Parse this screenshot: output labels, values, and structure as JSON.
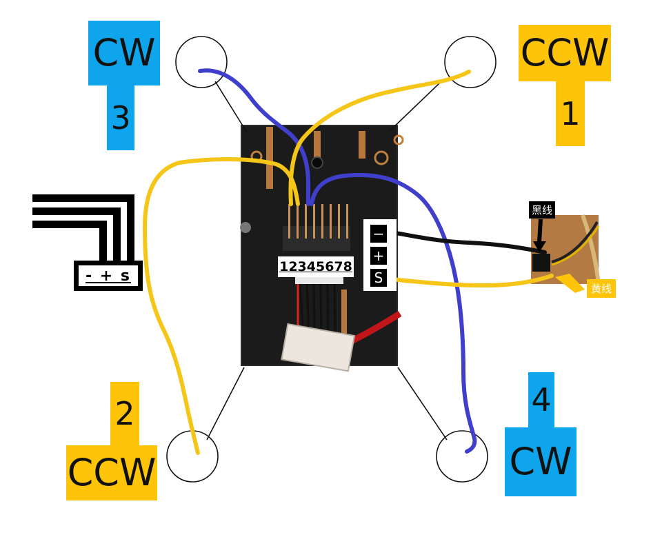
{
  "motors": [
    {
      "id": "motor-3",
      "dir": "CW",
      "num": "3"
    },
    {
      "id": "motor-1",
      "dir": "CCW",
      "num": "1"
    },
    {
      "id": "motor-2",
      "dir": "CCW",
      "num": "2"
    },
    {
      "id": "motor-4",
      "dir": "CW",
      "num": "4"
    }
  ],
  "signal_legend": "- + s",
  "pin_numbers": "12345678",
  "connector": {
    "neg": "−",
    "pos": "+",
    "sig": "S"
  },
  "tags": {
    "black_wire": "黑线",
    "yellow_wire": "黄线"
  },
  "colors": {
    "cw": "#0ea5ec",
    "ccw": "#fec40a",
    "wire_blue": "#3f3fcc",
    "wire_yellow": "#f5c518"
  }
}
